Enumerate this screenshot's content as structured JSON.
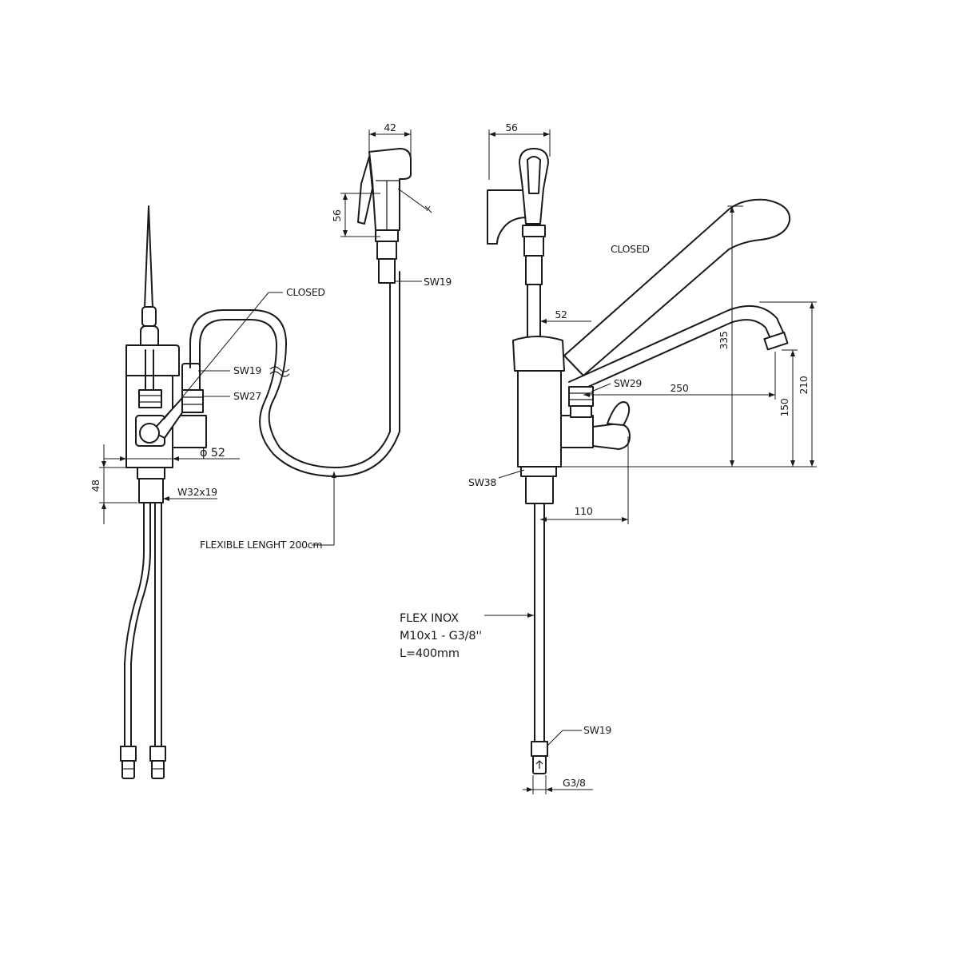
{
  "left_view": {
    "closed_label": "CLOSED",
    "sw19_label": "SW19",
    "sw27_label": "SW27",
    "diameter_label": "ϕ 52",
    "dim_48": "48",
    "thread_label": "W32x19",
    "flexible_label": "FLEXIBLE LENGHT 200cm"
  },
  "spray_head": {
    "dim_42": "42",
    "dim_56": "56",
    "sw19_label": "SW19"
  },
  "right_view": {
    "dim_56": "56",
    "closed_label": "CLOSED",
    "dim_52": "52",
    "dim_335": "335",
    "dim_210": "210",
    "dim_150": "150",
    "dim_250": "250",
    "sw29_label": "SW29",
    "sw38_label": "SW38",
    "dim_110": "110",
    "flex_line1": "FLEX INOX",
    "flex_line2": "M10x1 - G3/8''",
    "flex_line3": "L=400mm",
    "sw19_label": "SW19",
    "g38_label": "G3/8"
  }
}
